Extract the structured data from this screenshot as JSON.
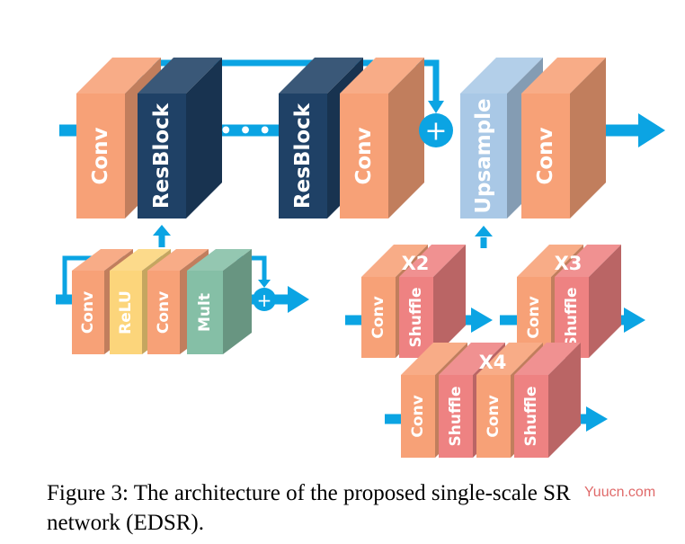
{
  "colors": {
    "conv": "#F7A177",
    "resblock": "#1F4166",
    "upsample": "#A9C8E6",
    "relu": "#FCD57B",
    "mult": "#85BFA6",
    "shuffle": "#EE8282",
    "arrow": "#0BA4E3"
  },
  "main": {
    "blocks": [
      {
        "label": "Conv",
        "type": "conv"
      },
      {
        "label": "ResBlock",
        "type": "resblock"
      },
      {
        "label": "ResBlock",
        "type": "resblock"
      },
      {
        "label": "Conv",
        "type": "conv"
      },
      {
        "label": "Upsample",
        "type": "upsample"
      },
      {
        "label": "Conv",
        "type": "conv"
      }
    ],
    "ellipsis": "• • •",
    "plus": "+"
  },
  "resblock_detail": {
    "blocks": [
      {
        "label": "Conv",
        "type": "conv"
      },
      {
        "label": "ReLU",
        "type": "relu"
      },
      {
        "label": "Conv",
        "type": "conv"
      },
      {
        "label": "Mult",
        "type": "mult"
      }
    ],
    "plus": "+"
  },
  "upsample_detail": {
    "x2": {
      "label": "X2",
      "blocks": [
        {
          "label": "Conv"
        },
        {
          "label": "Shuffle"
        }
      ]
    },
    "x3": {
      "label": "X3",
      "blocks": [
        {
          "label": "Conv"
        },
        {
          "label": "Shuffle"
        }
      ]
    },
    "x4": {
      "label": "X4",
      "blocks": [
        {
          "label": "Conv"
        },
        {
          "label": "Shuffle"
        },
        {
          "label": "Conv"
        },
        {
          "label": "Shuffle"
        }
      ]
    }
  },
  "caption": {
    "line1": "Figure 3: The architecture of the proposed single-scale SR",
    "line2": "network (EDSR)."
  },
  "watermark": "Yuucn.com"
}
